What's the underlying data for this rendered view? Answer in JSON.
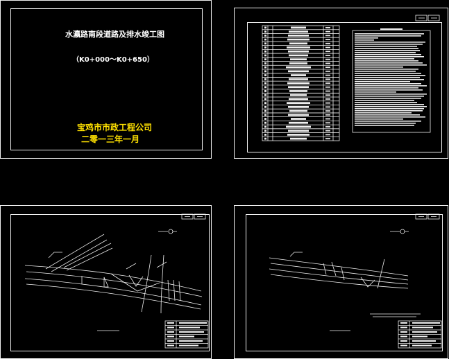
{
  "sheets": {
    "cover": {
      "project_title": "水瀛路南段道路及排水竣工图",
      "chainage_range": "（K0+000～K0+650）",
      "organization": "宝鸡市市政工程公司",
      "date": "二零一三年一月"
    },
    "index": {},
    "plan_1": {},
    "plan_2": {}
  },
  "colors": {
    "background": "#000000",
    "line": "#f0f0f0",
    "text_white": "#ffffff",
    "text_yellow": "#ffe100"
  }
}
